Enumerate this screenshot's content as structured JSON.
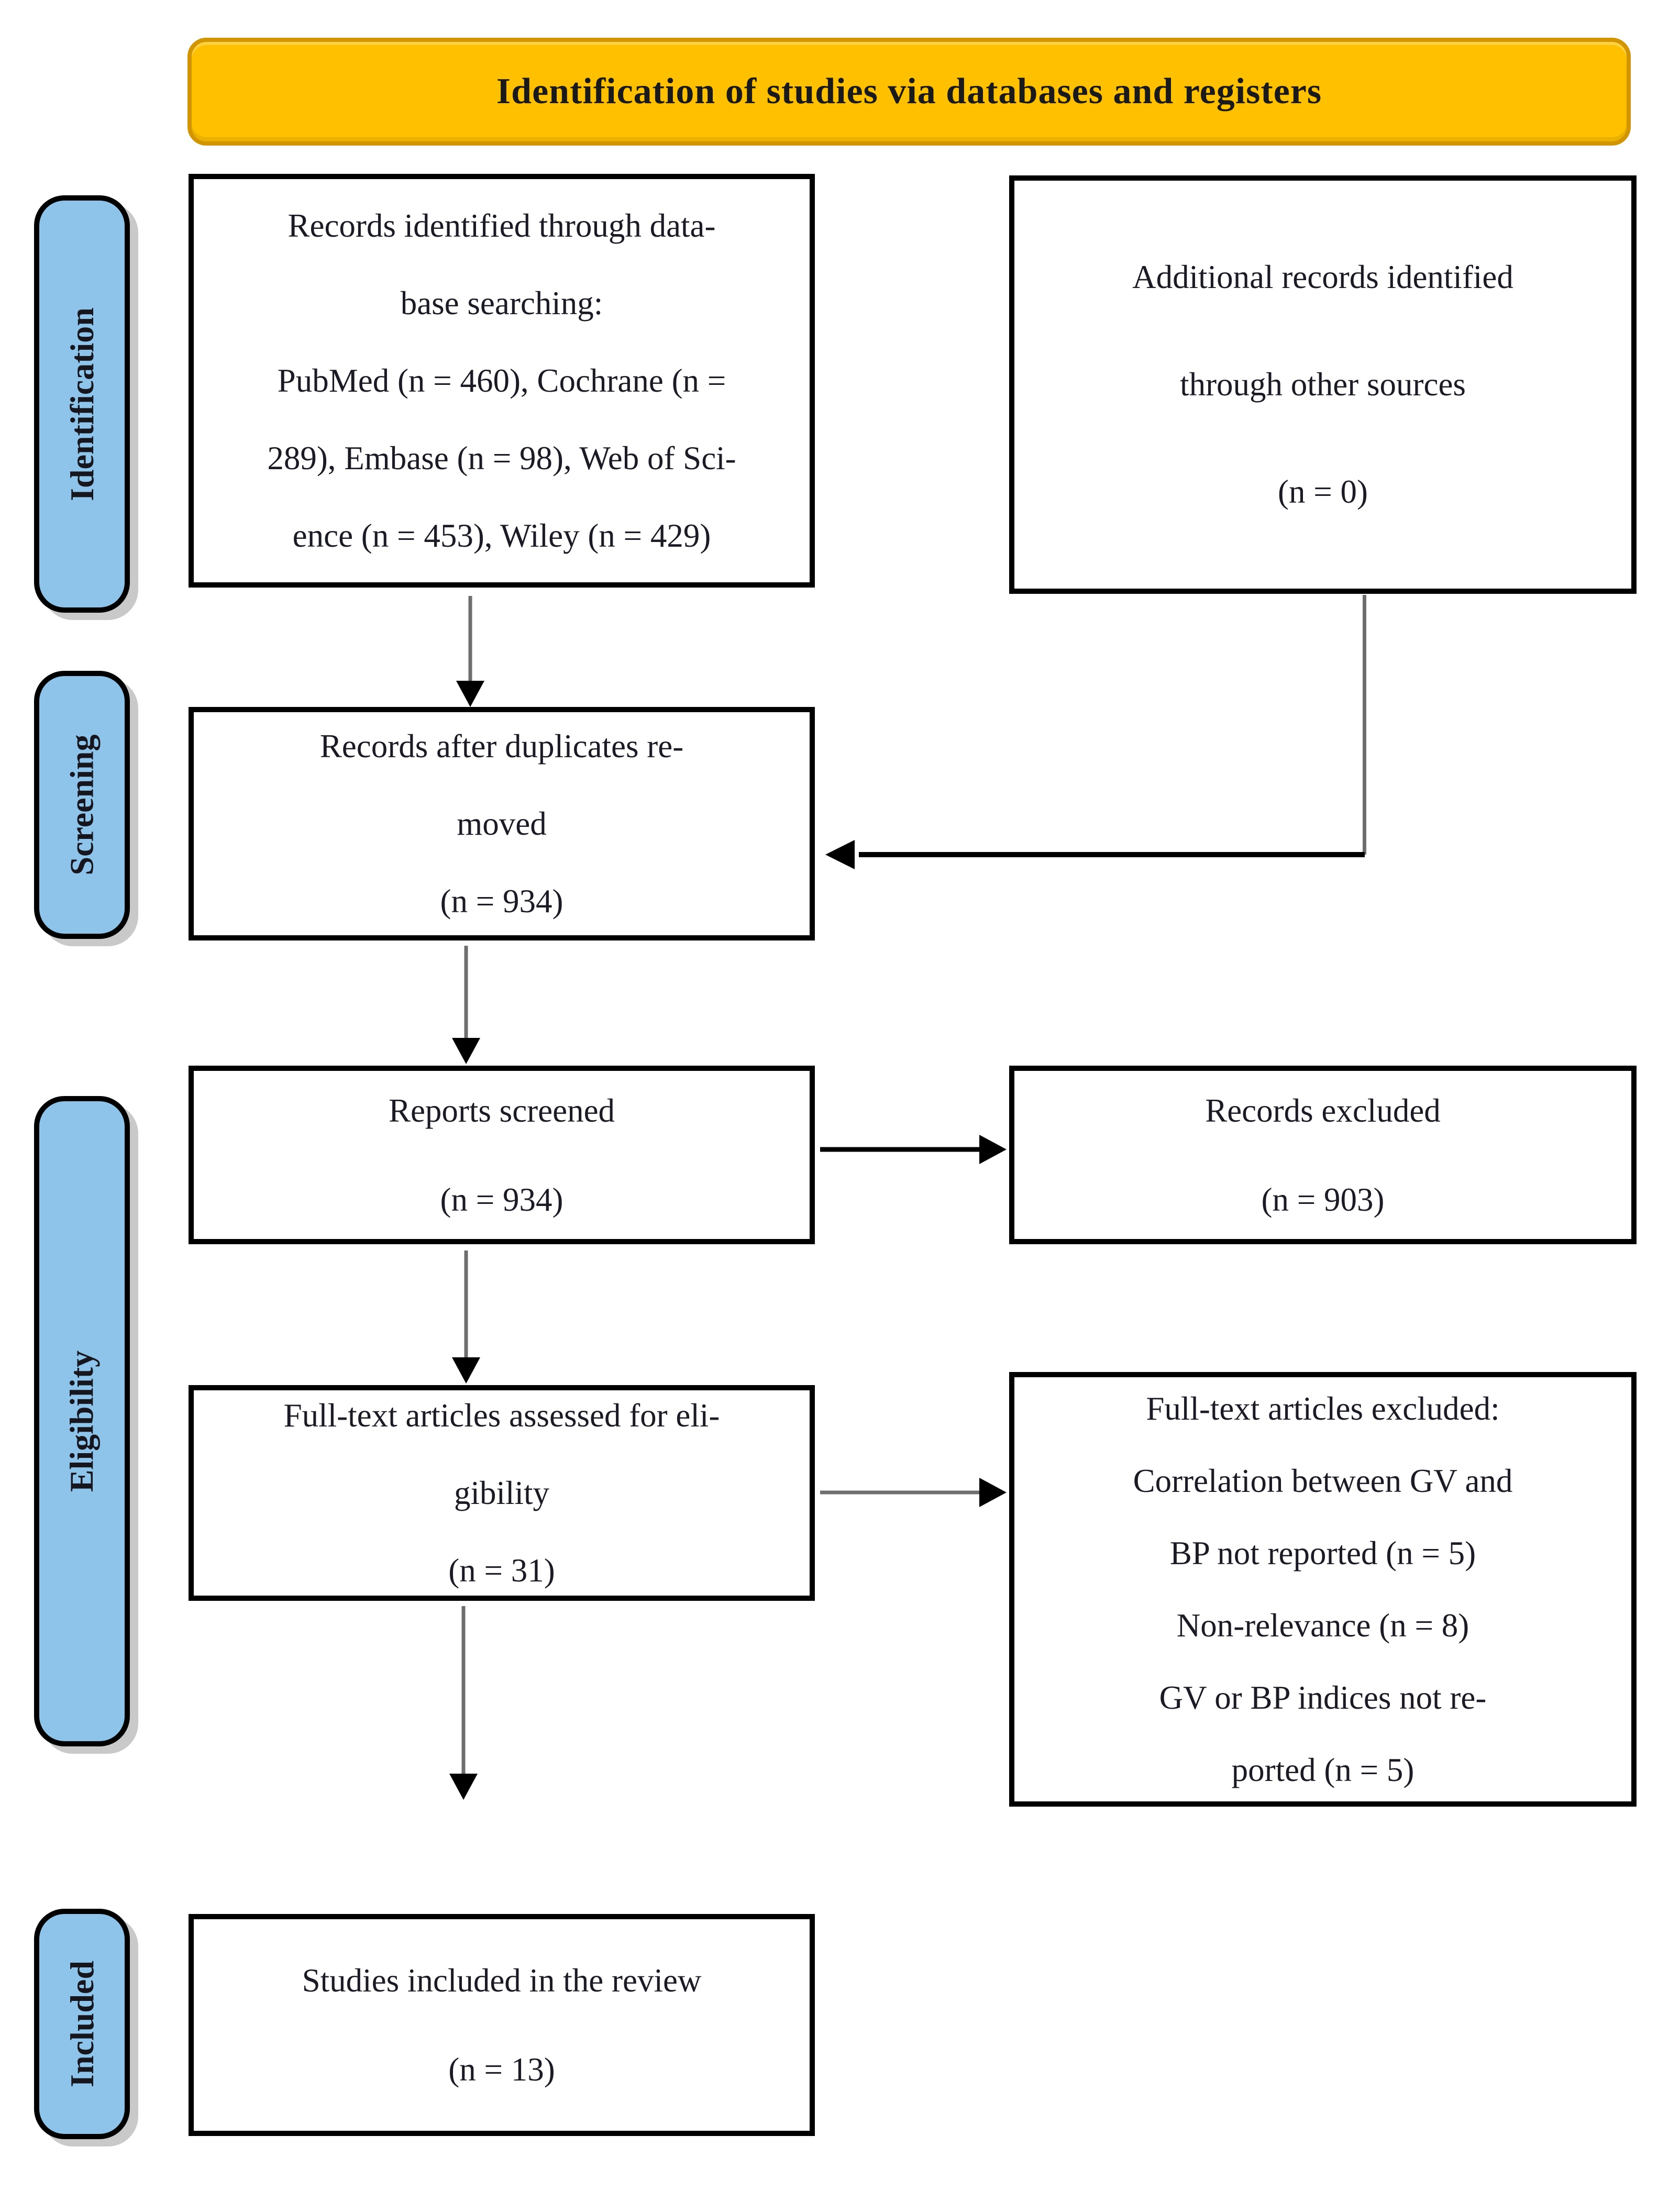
{
  "header": {
    "title": "Identification of studies via databases and registers"
  },
  "sidebar": {
    "stages": [
      {
        "label": "Identification"
      },
      {
        "label": "Screening"
      },
      {
        "label": "Eligibility"
      },
      {
        "label": "Included"
      }
    ]
  },
  "boxes": {
    "records_identified": {
      "lines": [
        "Records identified through data-",
        "base searching:",
        "PubMed (n = 460), Cochrane (n =",
        "289), Embase (n = 98), Web of Sci-",
        "ence (n = 453), Wiley (n = 429)"
      ]
    },
    "additional_records": {
      "lines": [
        "Additional records identified",
        "through other sources",
        "(n = 0)"
      ]
    },
    "after_duplicates": {
      "lines": [
        "Records after duplicates re-",
        "moved",
        "(n = 934)"
      ]
    },
    "reports_screened": {
      "lines": [
        "Reports screened",
        "(n = 934)"
      ]
    },
    "records_excluded": {
      "lines": [
        "Records excluded",
        "(n = 903)"
      ]
    },
    "fulltext_assessed": {
      "lines": [
        "Full-text articles assessed for eli-",
        "gibility",
        "(n = 31)"
      ]
    },
    "fulltext_excluded": {
      "lines": [
        "Full-text articles excluded:",
        "Correlation between GV and",
        "BP not reported (n = 5)",
        "Non-relevance (n = 8)",
        "GV or BP indices not re-",
        "ported (n = 5)"
      ]
    },
    "studies_included": {
      "lines": [
        "Studies included in the review",
        "(n = 13)"
      ]
    }
  },
  "colors": {
    "header_fill": "#FFC000",
    "header_border": "#D29500",
    "stage_fill": "#8EC4E9",
    "stage_shadow": "#C9C9C9",
    "box_border": "#000000",
    "arrow_line": "#6E6E6E",
    "arrow_head": "#000000",
    "text_color": "#1B1B25"
  }
}
